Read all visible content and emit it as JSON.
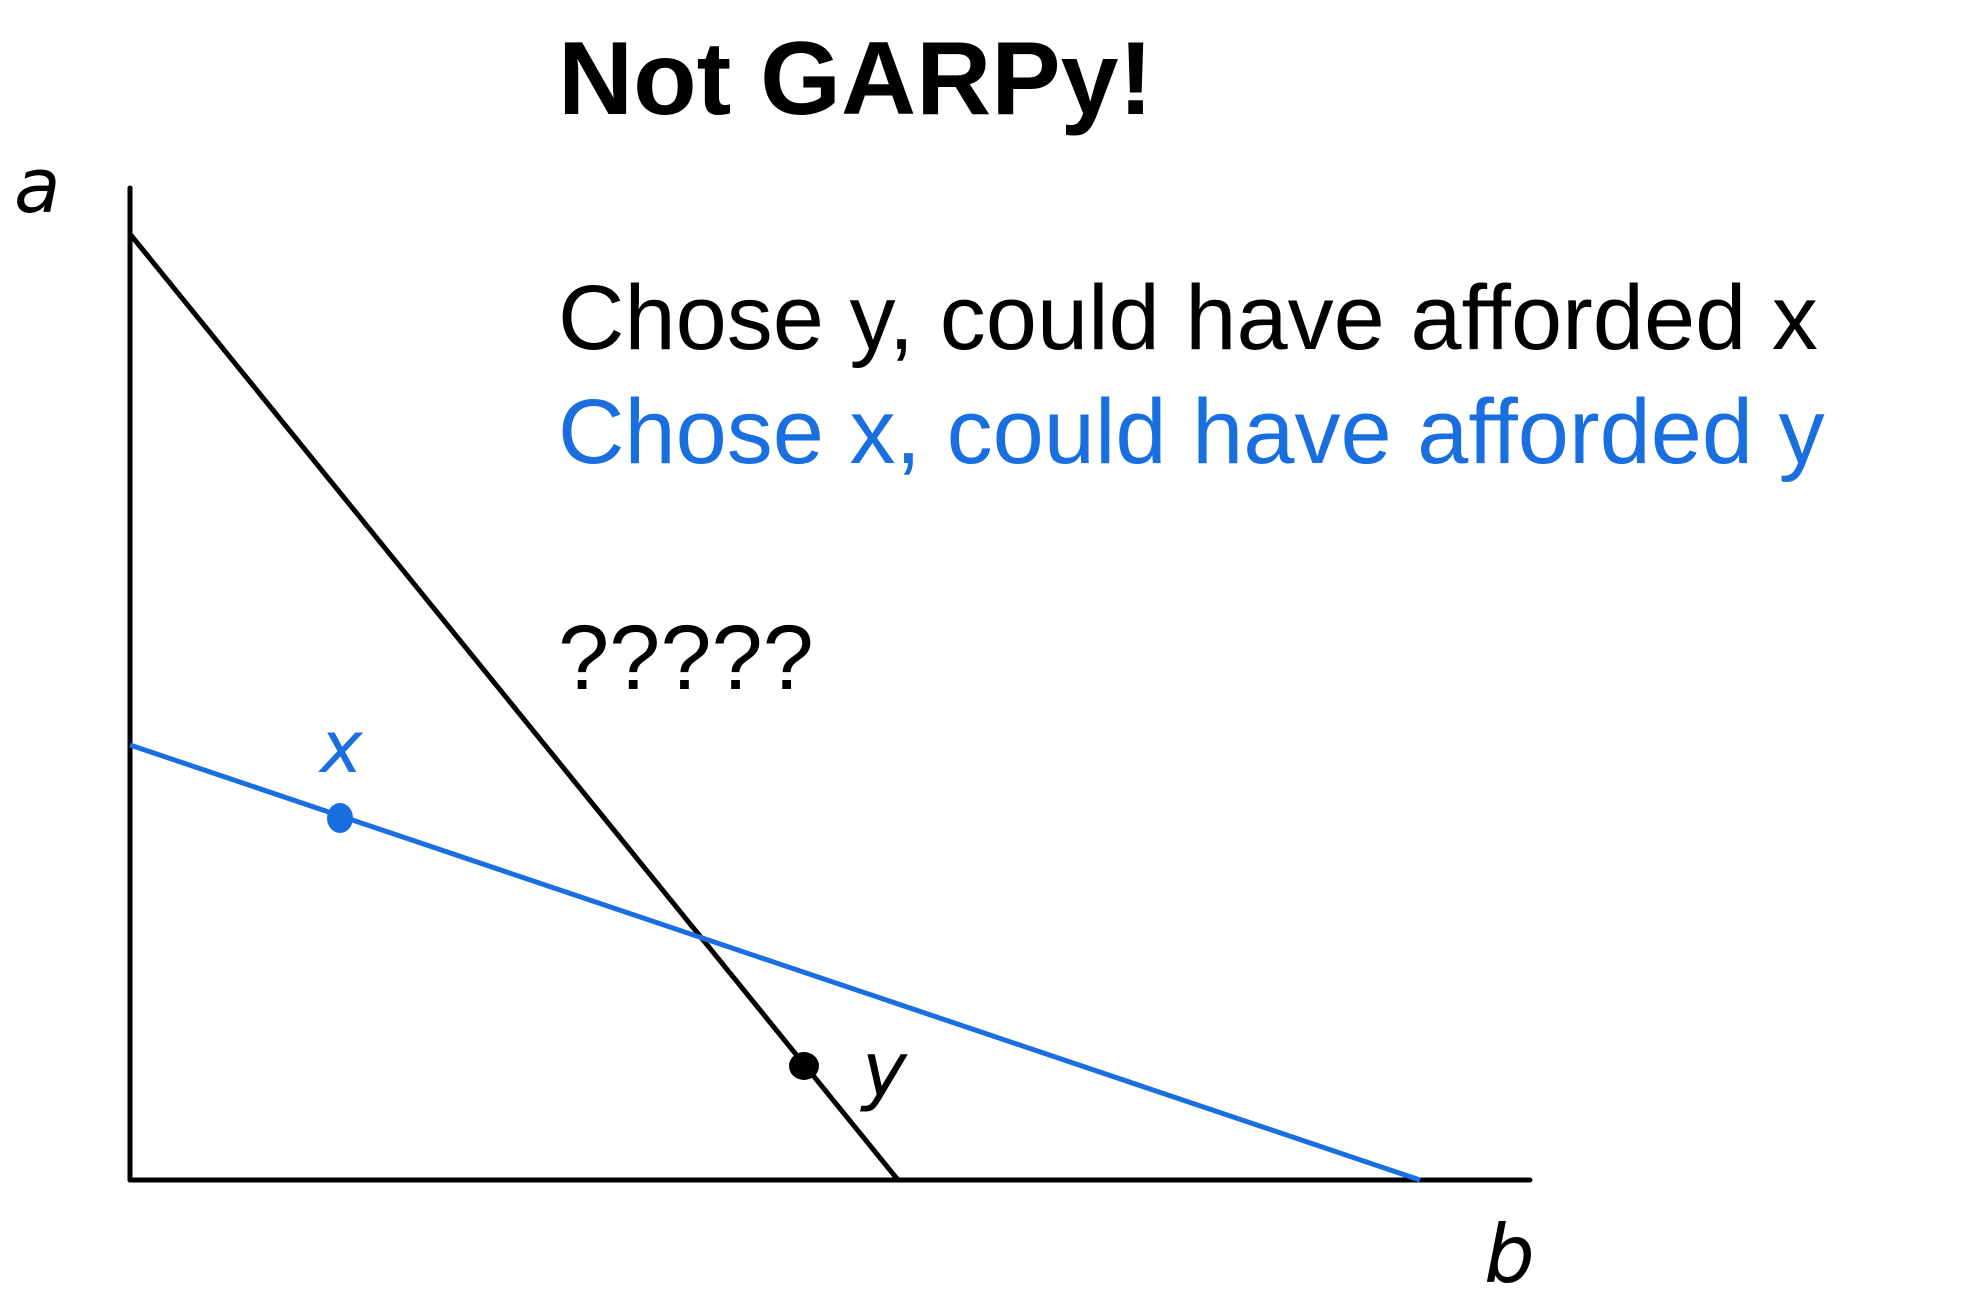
{
  "title": "Not GARPy!",
  "statements": [
    {
      "text": "Chose y, could have afforded x",
      "color": "#000000"
    },
    {
      "text": "Chose x, could have afforded y",
      "color": "#1a6fe0"
    }
  ],
  "question": "?????",
  "axes": {
    "vertical_label": "a",
    "horizontal_label": "b"
  },
  "points": {
    "x_label": "x",
    "y_label": "y"
  },
  "colors": {
    "black_line": "#000000",
    "blue_line": "#1a6fe0"
  }
}
